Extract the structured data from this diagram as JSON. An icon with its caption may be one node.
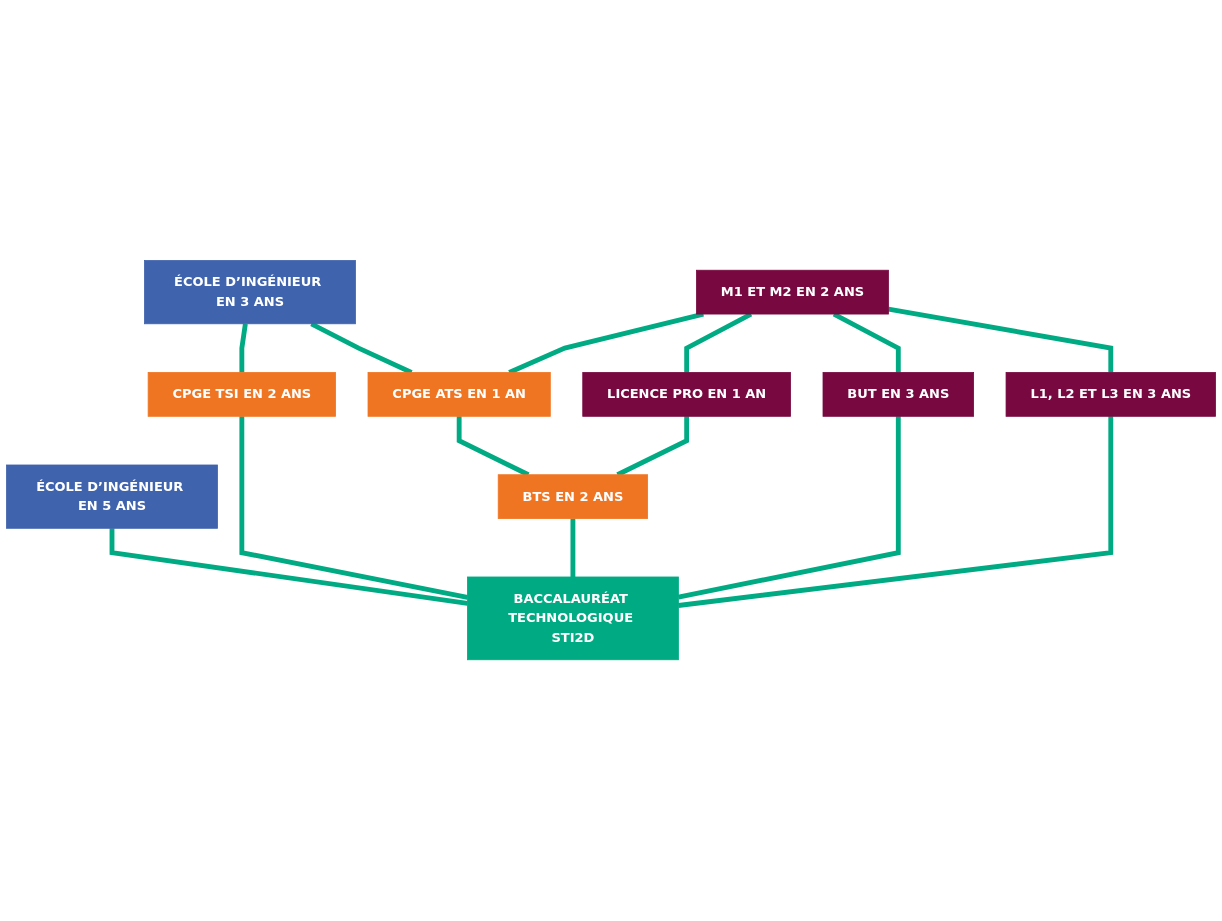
{
  "diagram": {
    "nodes": [
      {
        "text": [
          "ÉCOLE D’INGÉNIEUR EN 5 ANS"
        ]
      },
      {
        "text": [
          "ÉCOLE D’INGÉNIEUR EN 3 ANS"
        ]
      },
      {
        "text": [
          "M1 ET M2 EN 2 ANS"
        ]
      },
      {
        "text": [
          "CPGE ATS EN 1 AN"
        ]
      },
      {
        "text": [
          "LICENCE PRO EN 1 AN"
        ]
      },
      {
        "text": [
          "BUT EN 3 ANS"
        ]
      },
      {
        "text": [
          "L1, L2 ET L3 EN 3 ANS"
        ]
      },
      {
        "text": [
          "CPGE TSI EN 2 ANS"
        ]
      },
      {
        "text": [
          "BTS EN 2 ANS"
        ]
      },
      {
        "text": [
          "BACCALAURÉAT TECHNOLOGIQUE STI2D"
        ]
      }
    ],
    "edges": [
      {
        "from": 9,
        "to": 0,
        "arrow": "none"
      },
      {
        "from": 9,
        "to": 7,
        "arrow": "none"
      },
      {
        "from": 9,
        "to": 8,
        "arrow": "none"
      },
      {
        "from": 9,
        "to": 5,
        "arrow": "none"
      },
      {
        "from": 9,
        "to": 6,
        "arrow": "none"
      },
      {
        "from": 7,
        "to": 1,
        "arrow": "none"
      },
      {
        "from": 3,
        "to": 1,
        "arrow": "none"
      },
      {
        "from": 8,
        "to": 3,
        "arrow": "none"
      },
      {
        "from": 8,
        "to": 4,
        "arrow": "none"
      },
      {
        "from": 3,
        "to": 2,
        "arrow": "none"
      },
      {
        "from": 4,
        "to": 2,
        "arrow": "none"
      },
      {
        "from": 5,
        "to": 2,
        "arrow": "none"
      },
      {
        "from": 6,
        "to": 2,
        "arrow": "none"
      }
    ]
  }
}
